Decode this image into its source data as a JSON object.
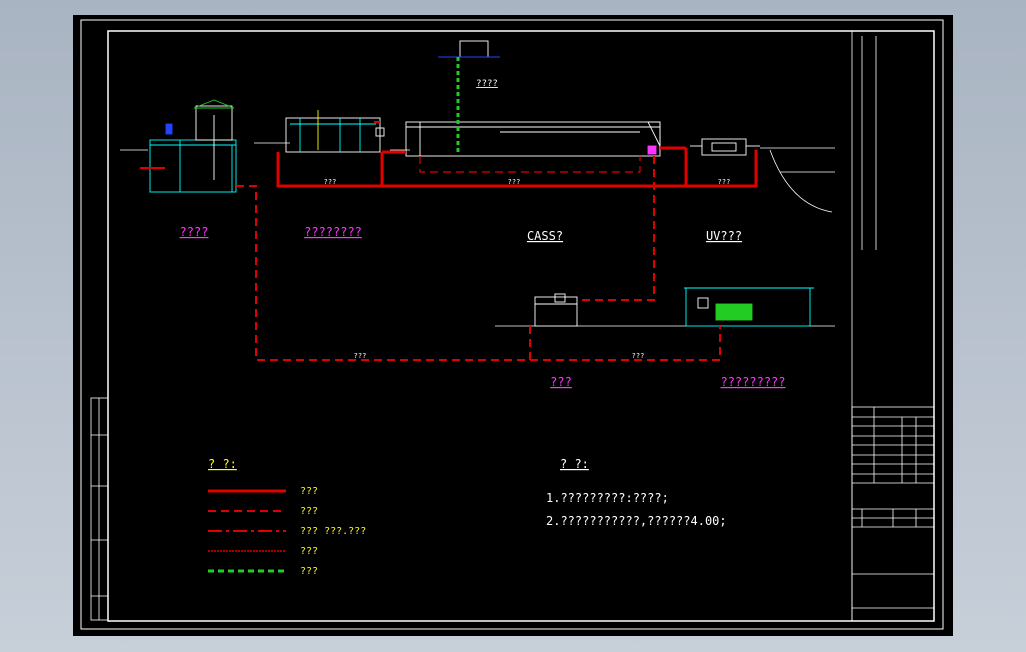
{
  "units": {
    "grille": "????",
    "adjust": "????????",
    "cass": "CASS?",
    "uv": "UV???",
    "sludge": "???",
    "dewater": "?????????",
    "top_tank": "????"
  },
  "legend": {
    "title": "? ?:",
    "items": [
      {
        "label": "???"
      },
      {
        "label": "???"
      },
      {
        "label": "??? ???.???"
      },
      {
        "label": "???"
      },
      {
        "label": "???"
      }
    ]
  },
  "notes": {
    "title": "? ?:",
    "lines": [
      "1.?????????:????;",
      "2.???????????,??????4.00;"
    ]
  },
  "pipe_labels": {
    "main": [
      "???",
      "???",
      "???"
    ],
    "sludge": [
      "???",
      "???"
    ]
  },
  "colors": {
    "background": "#000000",
    "frame": "#ffffff",
    "water_pipe": "#e00000",
    "air_pipe": "#22cc22",
    "unit_label": "#ff33ff",
    "legend_text": "#ffff00",
    "equipment": "#00ffff"
  }
}
